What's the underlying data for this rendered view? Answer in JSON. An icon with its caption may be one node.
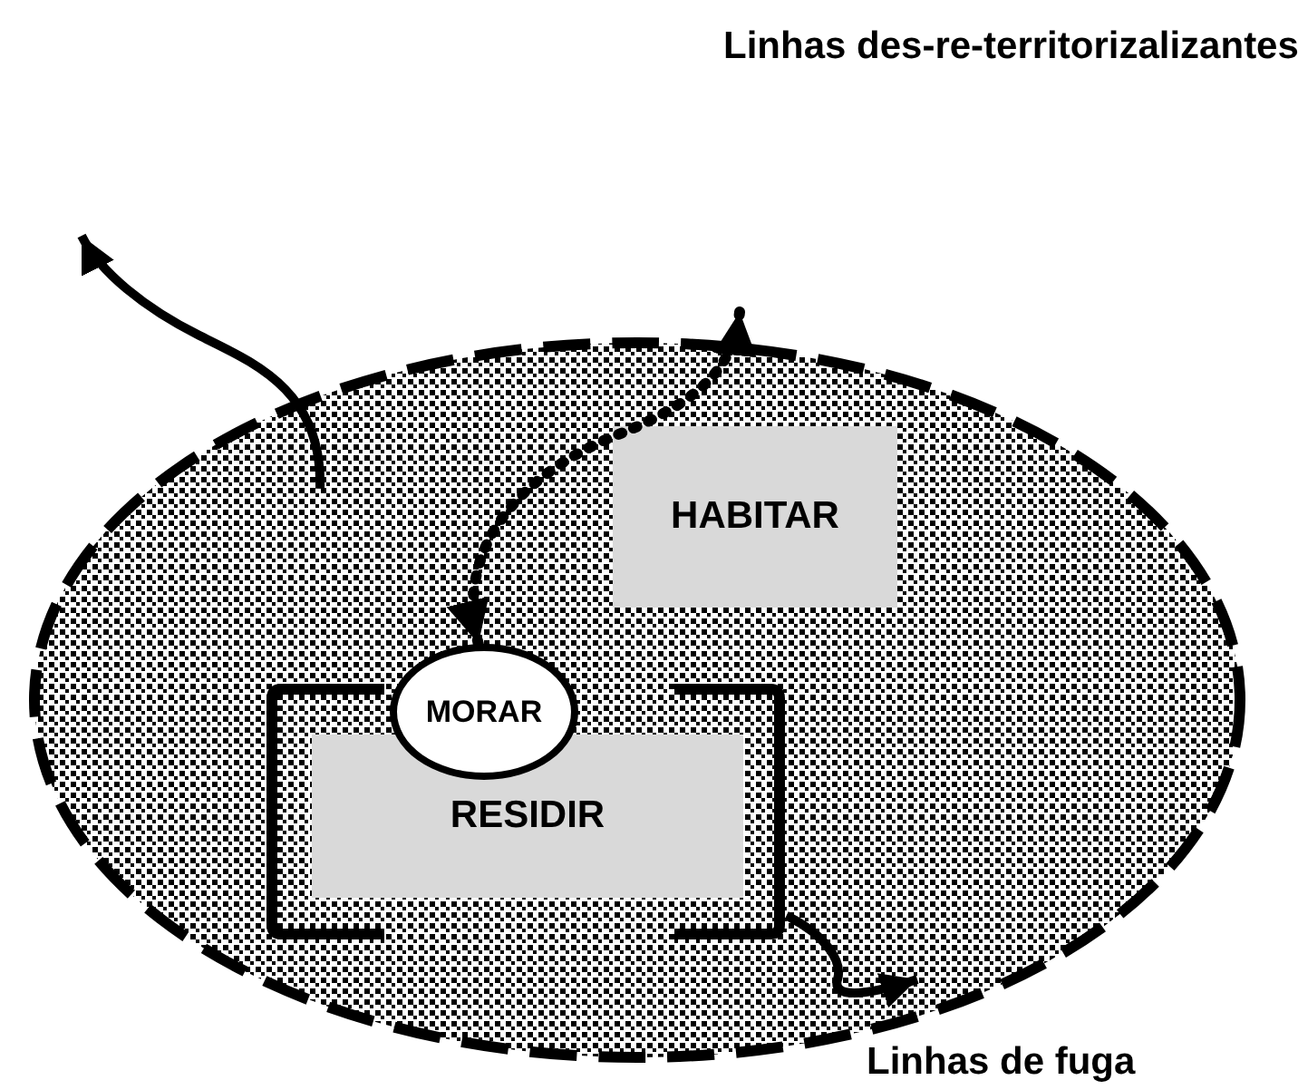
{
  "diagram": {
    "nodes": [
      {
        "text": [],
        "shape": "circle"
      },
      {
        "text": [
          "HABITAR"
        ],
        "in": 0
      },
      {
        "text": [
          "MORAR"
        ],
        "in": 0
      },
      {
        "text": [
          "RESIDIR"
        ],
        "in": 0
      }
    ],
    "edges": [
      {
        "from": 2,
        "to": null,
        "arrow": "both",
        "style": "dashed"
      },
      {
        "from": 0,
        "to": null,
        "arrow": "to"
      },
      {
        "from": 3,
        "to": null,
        "arrow": "to"
      }
    ],
    "labels": [
      "Linhas des-re-territorizalizantes",
      "Linhas de fuga"
    ]
  }
}
